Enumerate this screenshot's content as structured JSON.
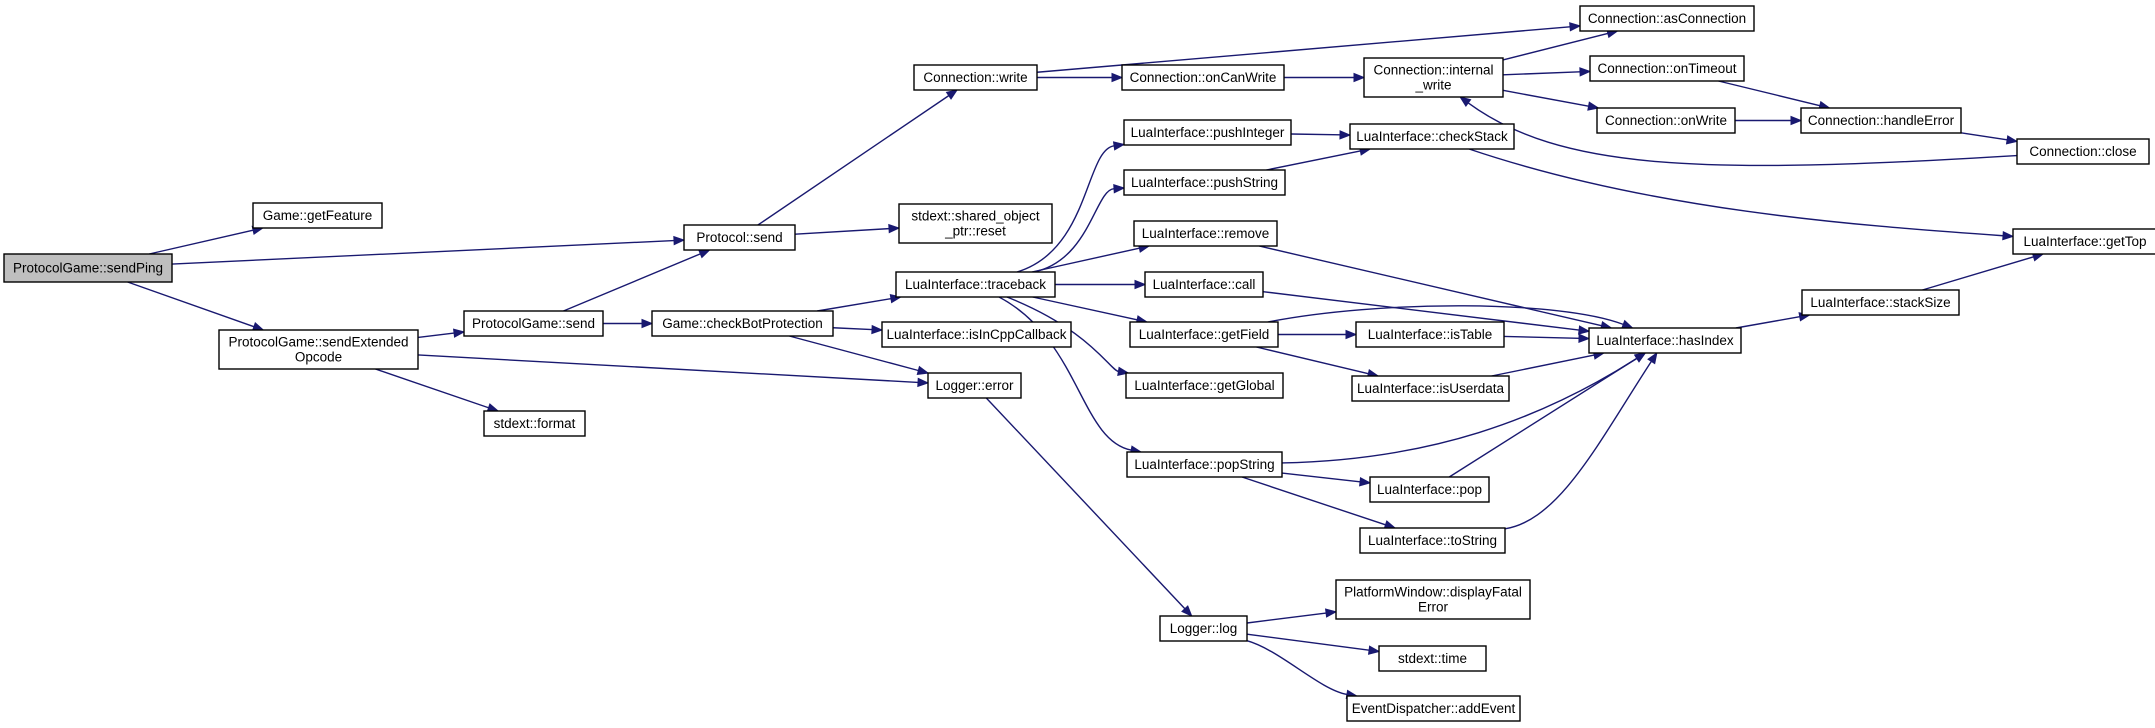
{
  "graph": {
    "nodes": [
      {
        "id": "sendPing",
        "lines": [
          "ProtocolGame::sendPing"
        ],
        "root": true
      },
      {
        "id": "getFeature",
        "lines": [
          "Game::getFeature"
        ]
      },
      {
        "id": "sendExtOp",
        "lines": [
          "ProtocolGame::sendExtended",
          "Opcode"
        ]
      },
      {
        "id": "protoSend",
        "lines": [
          "Protocol::send"
        ]
      },
      {
        "id": "pgSend",
        "lines": [
          "ProtocolGame::send"
        ]
      },
      {
        "id": "format",
        "lines": [
          "stdext::format"
        ]
      },
      {
        "id": "connWrite",
        "lines": [
          "Connection::write"
        ]
      },
      {
        "id": "sopReset",
        "lines": [
          "stdext::shared_object",
          "_ptr::reset"
        ]
      },
      {
        "id": "checkBot",
        "lines": [
          "Game::checkBotProtection"
        ]
      },
      {
        "id": "loggerError",
        "lines": [
          "Logger::error"
        ]
      },
      {
        "id": "onCanWrite",
        "lines": [
          "Connection::onCanWrite"
        ]
      },
      {
        "id": "traceback",
        "lines": [
          "LuaInterface::traceback"
        ]
      },
      {
        "id": "isInCpp",
        "lines": [
          "LuaInterface::isInCppCallback"
        ]
      },
      {
        "id": "loggerLog",
        "lines": [
          "Logger::log"
        ]
      },
      {
        "id": "internalWrite",
        "lines": [
          "Connection::internal",
          "_write"
        ]
      },
      {
        "id": "pushInteger",
        "lines": [
          "LuaInterface::pushInteger"
        ]
      },
      {
        "id": "pushString",
        "lines": [
          "LuaInterface::pushString"
        ]
      },
      {
        "id": "remove",
        "lines": [
          "LuaInterface::remove"
        ]
      },
      {
        "id": "call",
        "lines": [
          "LuaInterface::call"
        ]
      },
      {
        "id": "getField",
        "lines": [
          "LuaInterface::getField"
        ]
      },
      {
        "id": "getGlobal",
        "lines": [
          "LuaInterface::getGlobal"
        ]
      },
      {
        "id": "popString",
        "lines": [
          "LuaInterface::popString"
        ]
      },
      {
        "id": "checkStack",
        "lines": [
          "LuaInterface::checkStack"
        ]
      },
      {
        "id": "isTable",
        "lines": [
          "LuaInterface::isTable"
        ]
      },
      {
        "id": "isUserdata",
        "lines": [
          "LuaInterface::isUserdata"
        ]
      },
      {
        "id": "pop",
        "lines": [
          "LuaInterface::pop"
        ]
      },
      {
        "id": "toString",
        "lines": [
          "LuaInterface::toString"
        ]
      },
      {
        "id": "displayFatal",
        "lines": [
          "PlatformWindow::displayFatal",
          "Error"
        ]
      },
      {
        "id": "stdTime",
        "lines": [
          "stdext::time"
        ]
      },
      {
        "id": "addEvent",
        "lines": [
          "EventDispatcher::addEvent"
        ]
      },
      {
        "id": "asConnection",
        "lines": [
          "Connection::asConnection"
        ]
      },
      {
        "id": "onTimeout",
        "lines": [
          "Connection::onTimeout"
        ]
      },
      {
        "id": "onWrite",
        "lines": [
          "Connection::onWrite"
        ]
      },
      {
        "id": "handleError",
        "lines": [
          "Connection::handleError"
        ]
      },
      {
        "id": "close",
        "lines": [
          "Connection::close"
        ]
      },
      {
        "id": "hasIndex",
        "lines": [
          "LuaInterface::hasIndex"
        ]
      },
      {
        "id": "stackSize",
        "lines": [
          "LuaInterface::stackSize"
        ]
      },
      {
        "id": "getTop",
        "lines": [
          "LuaInterface::getTop"
        ]
      }
    ],
    "edges": [
      [
        "sendPing",
        "getFeature"
      ],
      [
        "sendPing",
        "protoSend"
      ],
      [
        "sendPing",
        "sendExtOp"
      ],
      [
        "sendExtOp",
        "pgSend"
      ],
      [
        "sendExtOp",
        "loggerError"
      ],
      [
        "sendExtOp",
        "format"
      ],
      [
        "pgSend",
        "protoSend"
      ],
      [
        "pgSend",
        "checkBot"
      ],
      [
        "protoSend",
        "connWrite"
      ],
      [
        "protoSend",
        "sopReset"
      ],
      [
        "checkBot",
        "traceback"
      ],
      [
        "checkBot",
        "isInCpp"
      ],
      [
        "checkBot",
        "loggerError"
      ],
      [
        "loggerError",
        "loggerLog"
      ],
      [
        "connWrite",
        "asConnection"
      ],
      [
        "connWrite",
        "onCanWrite"
      ],
      [
        "onCanWrite",
        "internalWrite"
      ],
      [
        "internalWrite",
        "asConnection"
      ],
      [
        "internalWrite",
        "onTimeout"
      ],
      [
        "internalWrite",
        "onWrite"
      ],
      [
        "onTimeout",
        "handleError"
      ],
      [
        "onWrite",
        "handleError"
      ],
      [
        "handleError",
        "close"
      ],
      [
        "close",
        "internalWrite"
      ],
      [
        "traceback",
        "pushInteger"
      ],
      [
        "traceback",
        "pushString"
      ],
      [
        "traceback",
        "remove"
      ],
      [
        "traceback",
        "call"
      ],
      [
        "traceback",
        "getField"
      ],
      [
        "traceback",
        "getGlobal"
      ],
      [
        "traceback",
        "popString"
      ],
      [
        "pushInteger",
        "checkStack"
      ],
      [
        "pushString",
        "checkStack"
      ],
      [
        "checkStack",
        "getTop"
      ],
      [
        "remove",
        "hasIndex"
      ],
      [
        "call",
        "hasIndex"
      ],
      [
        "getField",
        "hasIndex"
      ],
      [
        "getField",
        "isTable"
      ],
      [
        "getField",
        "isUserdata"
      ],
      [
        "isTable",
        "hasIndex"
      ],
      [
        "isUserdata",
        "hasIndex"
      ],
      [
        "popString",
        "hasIndex"
      ],
      [
        "popString",
        "pop"
      ],
      [
        "popString",
        "toString"
      ],
      [
        "pop",
        "hasIndex"
      ],
      [
        "toString",
        "hasIndex"
      ],
      [
        "hasIndex",
        "stackSize"
      ],
      [
        "stackSize",
        "getTop"
      ],
      [
        "loggerLog",
        "displayFatal"
      ],
      [
        "loggerLog",
        "stdTime"
      ],
      [
        "loggerLog",
        "addEvent"
      ]
    ]
  }
}
